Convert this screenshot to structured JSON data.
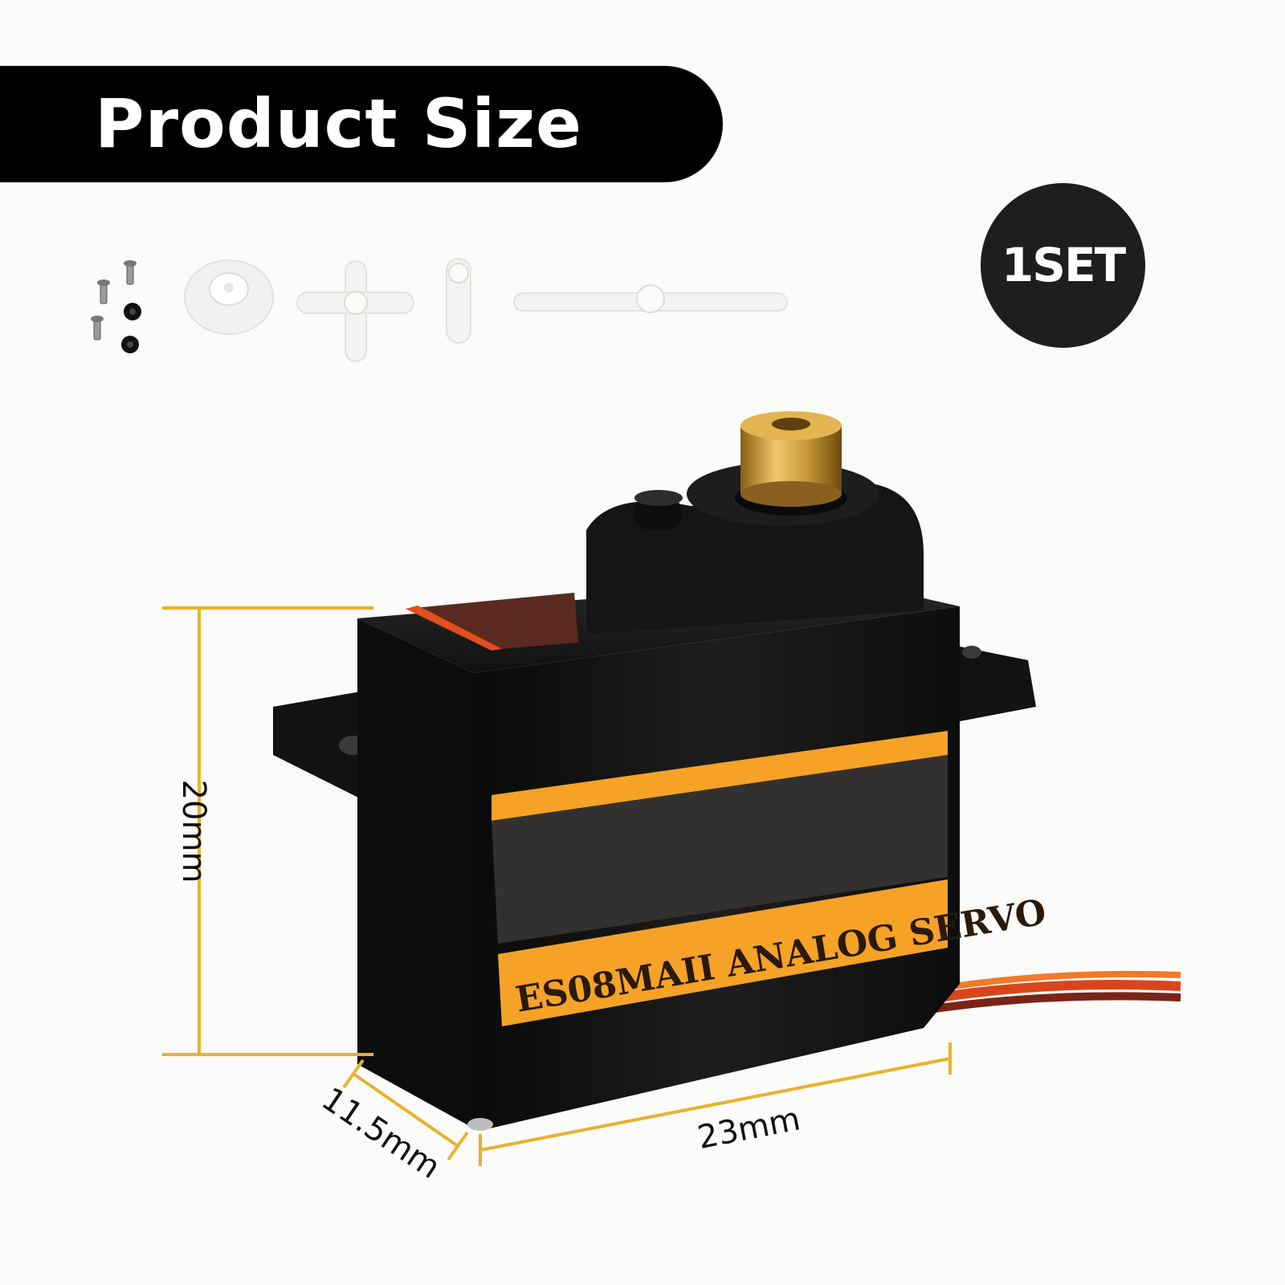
{
  "banner": {
    "title": "Product Size"
  },
  "badge": {
    "text": "1SET"
  },
  "servo": {
    "label": "ES08MAII ANALOG SERVO",
    "body_color": "#151515",
    "stripe_color": "#f6a227",
    "gear_color": "#c99a3a"
  },
  "dimensions": {
    "height": "20mm",
    "depth": "11.5mm",
    "width": "23mm",
    "line_color": "#e8b22e"
  },
  "accessories": [
    "screws",
    "round-horn",
    "cross-horn",
    "single-arm-horn",
    "double-arm-horn"
  ]
}
